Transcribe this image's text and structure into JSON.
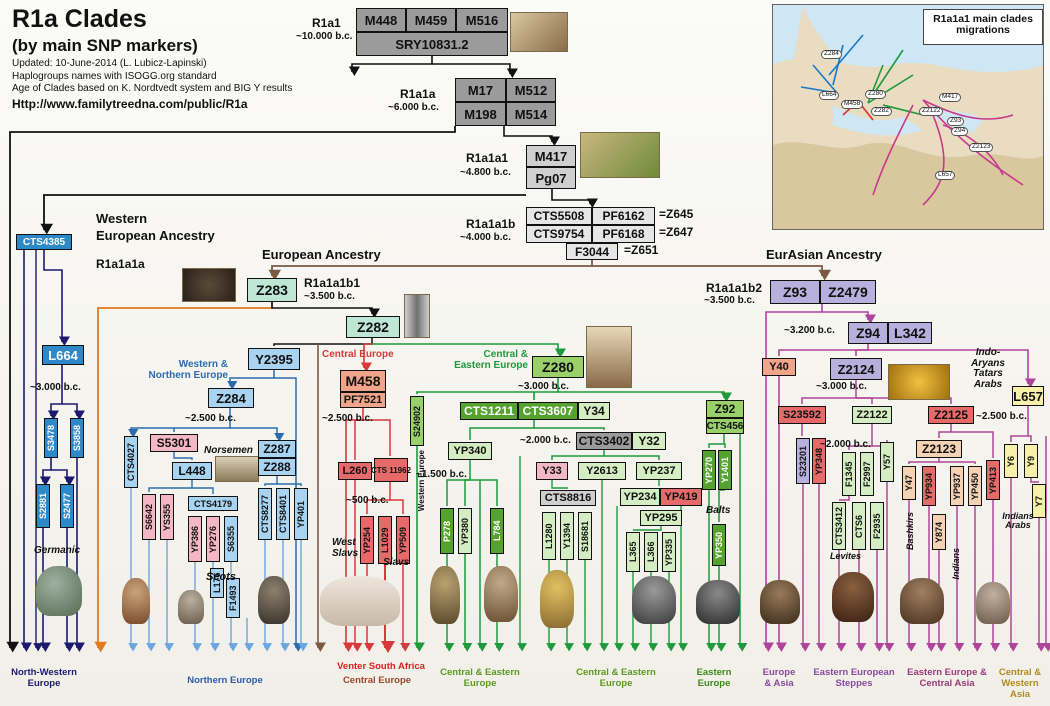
{
  "header": {
    "title": "R1a Clades",
    "subtitle": "(by main SNP markers)",
    "updated": "Updated: 10-June-2014 (L. Lubicz-Lapinski)",
    "note1": "Haplogroups names with ISOGG.org standard",
    "note2": "Age of Clades based on K. Nordtvedt system and BIG Y results",
    "url": "Http://www.familytreedna.com/public/R1a"
  },
  "map": {
    "title": "R1a1a1 main clades migrations",
    "labels": [
      "Z284",
      "L664",
      "M458",
      "Z280",
      "Z282",
      "M417",
      "Z2122",
      "Z93",
      "Z94",
      "Z2123",
      "L657"
    ]
  },
  "labels": {
    "r1a1": "R1a1",
    "r1a1_age": "~10.000 b.c.",
    "r1a1a": "R1a1a",
    "r1a1a_age": "~6.000 b.c.",
    "r1a1a1": "R1a1a1",
    "r1a1a1_age": "~4.800 b.c.",
    "r1a1a1b": "R1a1a1b",
    "r1a1a1b_age": "~4.000 b.c.",
    "western": "Western",
    "european_ancestry_w": "European Ancestry",
    "r1a1a1a": "R1a1a1a",
    "european_ancestry": "European Ancestry",
    "eurasian_ancestry": "EurAsian Ancestry",
    "r1a1a1b1": "R1a1a1b1",
    "r1a1a1b1_age": "~3.500 b.c.",
    "r1a1a1b2": "R1a1a1b2",
    "r1a1a1b2_age": "~3.500 b.c.",
    "western_northern": "Western & Northern Europe",
    "central_europe": "Central Europe",
    "central_eastern": "Central & Eastern Europe",
    "age_3000_a": "~3.000 b.c.",
    "age_3000_b": "~3.000 b.c.",
    "age_3000_c": "~3.000 b.c.",
    "age_3200": "~3.200 b.c.",
    "age_2500_a": "~2.500 b.c.",
    "age_2500_b": "~2.500 b.c.",
    "age_2500_c": "~2.500 b.c.",
    "age_2000_a": "~2.000 b.c.",
    "age_2000_b": "~2.000 b.c.",
    "age_1500": "~1.500 b.c.",
    "age_500": "~500 b.c.",
    "norsemen": "Norsemen",
    "scots": "Scots",
    "germanic": "Germanic",
    "west_slavs": "West Slavs",
    "slavs": "Slavs",
    "balts": "Balts",
    "levites": "Levites",
    "bashkirs": "Bashkirs",
    "indians": "Indians",
    "indian_arabs": "Indians Arabs",
    "western_europe_v": "Western Europe",
    "indo_aryans": "Indo- Aryans Tatars Arabs",
    "eq_z645": "=Z645",
    "eq_z647": "=Z647",
    "eq_z651": "=Z651"
  },
  "nodes": {
    "m448": "M448",
    "m459": "M459",
    "m516": "M516",
    "sry": "SRY10831.2",
    "m17": "M17",
    "m512": "M512",
    "m198": "M198",
    "m514": "M514",
    "m417": "M417",
    "pg07": "Pg07",
    "cts5508": "CTS5508",
    "pf6162": "PF6162",
    "cts9754": "CTS9754",
    "pf6168": "PF6168",
    "f3044": "F3044",
    "cts4385": "CTS4385",
    "l664": "L664",
    "s3478": "S3478",
    "s3858": "S3858",
    "s2881": "S2881",
    "s2477": "S2477",
    "z283": "Z283",
    "z282": "Z282",
    "y2395": "Y2395",
    "z284": "Z284",
    "cts4027": "CTS4027",
    "s5301": "S5301",
    "l448": "L448",
    "s6642": "S6642",
    "ys355": "YS355",
    "cts4179": "CTS4179",
    "l176": "L176",
    "yp386": "YP386",
    "yp276": "YP276",
    "s6355": "S6355",
    "f1493": "F1493",
    "z287": "Z287",
    "z288": "Z288",
    "cts8277": "CTS8277",
    "cts8401": "CTS8401",
    "yp401": "YP401",
    "m458": "M458",
    "pf7521": "PF7521",
    "l260": "L260",
    "cts11962": "CTS 11962",
    "yp254": "YP254",
    "l1029": "L1029",
    "yp509": "YP509",
    "z280": "Z280",
    "s24902": "S24902",
    "cts1211": "CTS1211",
    "cts3607": "CTS3607",
    "y34": "Y34",
    "yp340": "YP340",
    "p278": "P278",
    "yp380": "YP380",
    "l784": "L784",
    "cts3402": "CTS3402",
    "y32": "Y32",
    "y33": "Y33",
    "y2613": "Y2613",
    "yp237": "YP237",
    "cts8816": "CTS8816",
    "l1280": "L1280",
    "y1394": "Y1394",
    "s18681": "S18681",
    "yp234": "YP234",
    "yp419": "YP419",
    "yp295": "YP295",
    "l365": "L365",
    "l366": "L366",
    "yp335": "YP335",
    "z92": "Z92",
    "cts456": "CTS456",
    "yp270": "YP270",
    "y1401": "Y1401",
    "yp350": "YP350",
    "z93": "Z93",
    "z2479": "Z2479",
    "z94": "Z94",
    "l342": "L342",
    "y40": "Y40",
    "z2124": "Z2124",
    "s23592": "S23592",
    "s23201": "S23201",
    "yp348": "YP348",
    "z2122": "Z2122",
    "f1345": "F1345",
    "f2997": "F2997",
    "y57": "Y57",
    "cts6": "CTS6",
    "cts3412": "CTS3412",
    "f2935": "F2935",
    "z2125": "Z2125",
    "z2123": "Z2123",
    "y47": "Y47",
    "yp934": "YP934",
    "y874": "Y874",
    "yp937": "YP937",
    "yp450": "YP450",
    "yp413": "YP413",
    "l657": "L657",
    "y6": "Y6",
    "y9": "Y9",
    "y7": "Y7"
  },
  "regions": {
    "nw": "North-Western Europe",
    "north": "Northern Europe",
    "venter": "Venter South Africa",
    "central": "Central Europe",
    "ce1": "Central & Eastern Europe",
    "ce2": "Central & Eastern Europe",
    "east": "Eastern Europe",
    "ea": "Europe & Asia",
    "steppes": "Eastern European Steppes",
    "eeca": "Eastern Europe & Central Asia",
    "cwa": "Central & Western Asia"
  },
  "colors": {
    "navy": "#1c1a6e",
    "blue": "#2b6cb0",
    "lightblue": "#6aa6e0",
    "orange": "#e07a1e",
    "red": "#d63a3a",
    "green": "#1e9a3c",
    "olive": "#6a8a2a",
    "magenta": "#b0449c",
    "brown": "#7a5a44",
    "black": "#111111"
  }
}
